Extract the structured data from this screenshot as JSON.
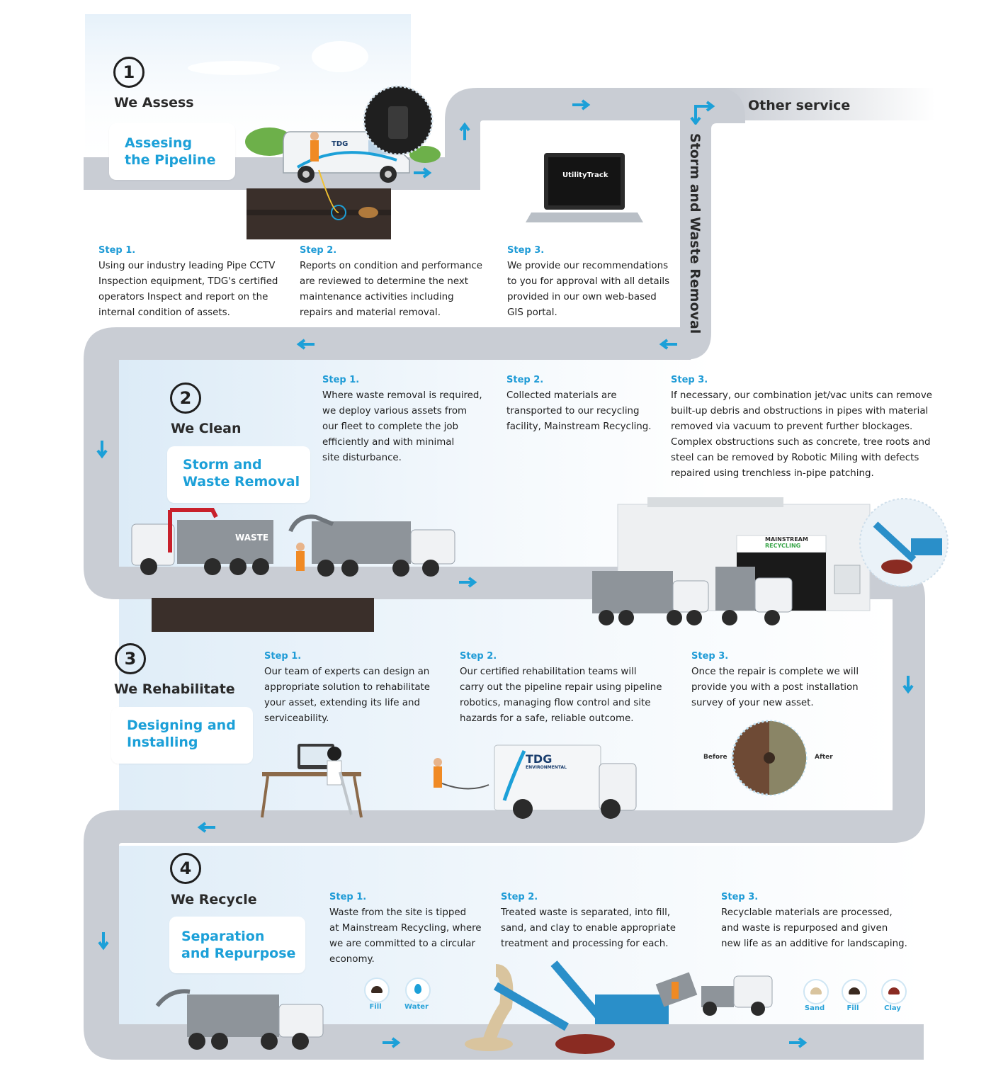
{
  "stages": [
    {
      "number": "1",
      "title": "We Assess",
      "label": [
        "Assesing",
        "the Pipeline"
      ],
      "steps": [
        {
          "heading": "Step 1.",
          "lines": [
            "Using our industry leading Pipe CCTV",
            "Inspection equipment, TDG's certified",
            "operators Inspect and report on the",
            "internal condition of assets."
          ]
        },
        {
          "heading": "Step 2.",
          "lines": [
            "Reports on condition and performance",
            "are reviewed to determine the next",
            "maintenance activities including",
            "repairs and material removal."
          ]
        },
        {
          "heading": "Step 3.",
          "lines": [
            "We provide our recommendations",
            "to you for approval with all details",
            "provided in our own web-based",
            "GIS portal."
          ]
        }
      ]
    },
    {
      "number": "2",
      "title": "We Clean",
      "label": [
        "Storm and",
        "Waste Removal"
      ],
      "steps": [
        {
          "heading": "Step 1.",
          "lines": [
            "Where waste removal is required,",
            "we deploy various assets from",
            "our fleet to complete the job",
            "efficiently and with minimal",
            "site disturbance."
          ]
        },
        {
          "heading": "Step 2.",
          "lines": [
            "Collected materials are",
            "transported to our recycling",
            "facility, Mainstream Recycling."
          ]
        },
        {
          "heading": "Step 3.",
          "lines": [
            "If necessary, our combination jet/vac units can remove",
            "built-up debris and obstructions in pipes with material",
            "removed via vacuum to prevent further blockages.",
            "Complex obstructions such as concrete, tree roots and",
            "steel can be removed by Robotic Miling with defects",
            "repaired using trenchless in-pipe patching."
          ]
        }
      ]
    },
    {
      "number": "3",
      "title": "We Rehabilitate",
      "label": [
        "Designing and",
        "Installing"
      ],
      "steps": [
        {
          "heading": "Step 1.",
          "lines": [
            "Our team of experts can design an",
            "appropriate solution to rehabilitate",
            "your asset, extending its life and",
            "serviceability."
          ]
        },
        {
          "heading": "Step 2.",
          "lines": [
            "Our certified rehabilitation teams will",
            "carry out the pipeline repair using pipeline",
            "robotics, managing flow control and site",
            "hazards for a safe, reliable outcome."
          ]
        },
        {
          "heading": "Step 3.",
          "lines": [
            "Once the repair is complete we will",
            "provide you with a post installation",
            "survey of your new asset."
          ]
        }
      ]
    },
    {
      "number": "4",
      "title": "We Recycle",
      "label": [
        "Separation",
        "and Repurpose"
      ],
      "steps": [
        {
          "heading": "Step 1.",
          "lines": [
            "Waste from the site is tipped",
            "at Mainstream Recycling, where",
            "we are committed to a circular",
            "economy."
          ]
        },
        {
          "heading": "Step 2.",
          "lines": [
            "Treated waste is separated, into fill,",
            "sand, and clay to enable appropriate",
            "treatment and processing for each."
          ]
        },
        {
          "heading": "Step 3.",
          "lines": [
            "Recyclable materials are processed,",
            "and waste is repurposed and given",
            "new life as an additive for landscaping."
          ]
        }
      ]
    }
  ],
  "side_label": "Storm and Waste Removal",
  "other_service": "Other service",
  "illustrations": {
    "van_logo": "TDG",
    "laptop_screen": "UtilityTrack",
    "waste_truck_text": "WASTE",
    "facility_sign": [
      "MAINSTREAM",
      "RECYCLING"
    ],
    "rehab_truck_logo": "TDG",
    "rehab_truck_sub": "ENVIRONMENTAL",
    "before_label": "Before",
    "after_label": "After",
    "input_badges": [
      "Fill",
      "Water"
    ],
    "output_badges": [
      "Sand",
      "Fill",
      "Clay"
    ]
  },
  "colors": {
    "accent_blue": "#1ca0d8",
    "road_grey": "#c9cdd4",
    "panel_bg": "#e8f2fa",
    "text_dark": "#1e1e1e"
  }
}
